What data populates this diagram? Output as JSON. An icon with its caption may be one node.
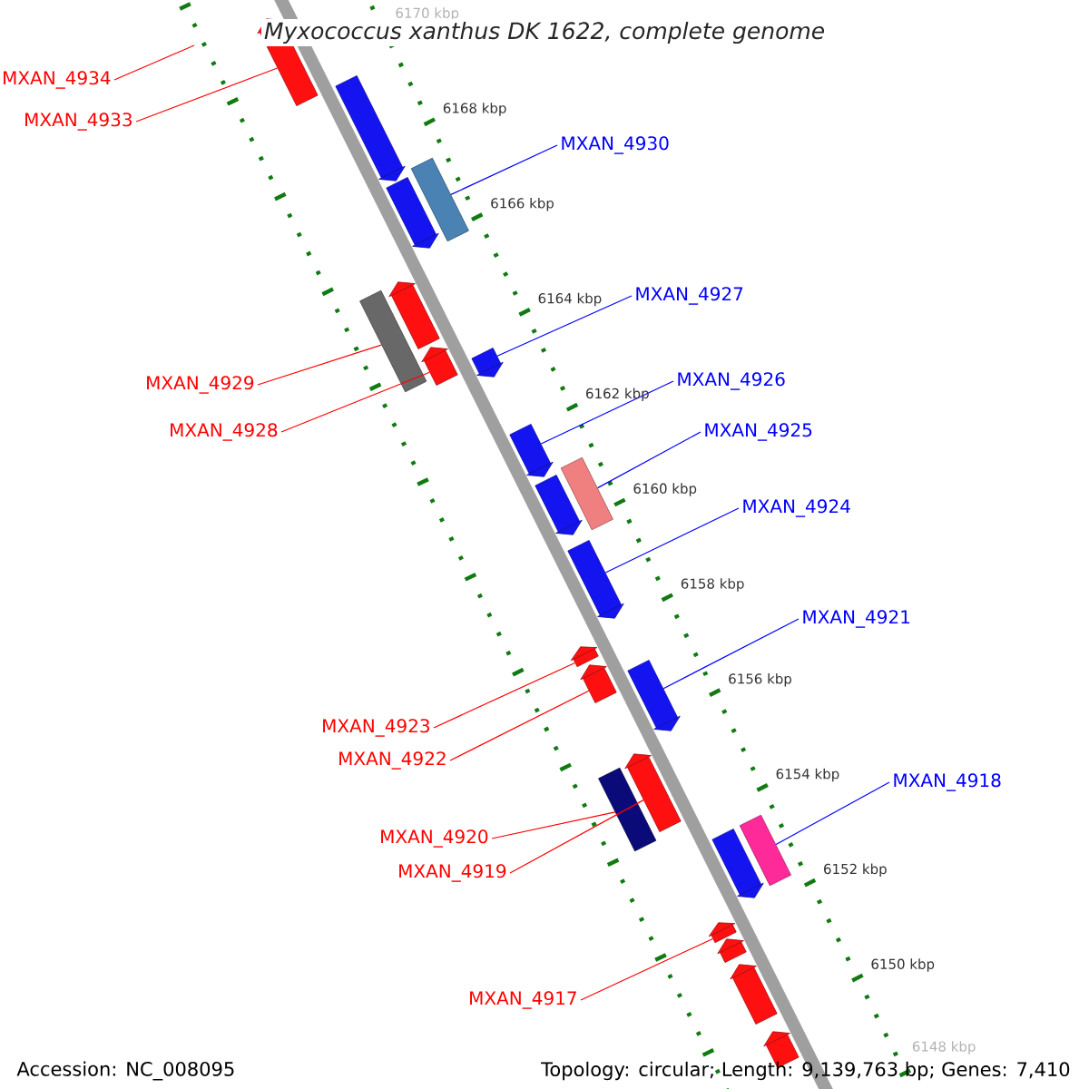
{
  "diagram": {
    "title": "Myxococcus xanthus DK 1622, complete genome",
    "nodes": [
      {
        "text": [
          "MXAN_4934"
        ]
      },
      {
        "text": [
          "MXAN_4933"
        ]
      },
      {
        "text": [
          "MXAN_4930"
        ]
      },
      {
        "text": [
          "MXAN_4927"
        ]
      },
      {
        "text": [
          "MXAN_4926"
        ]
      },
      {
        "text": [
          "MXAN_4929"
        ]
      },
      {
        "text": [
          "MXAN_4925"
        ]
      },
      {
        "text": [
          "MXAN_4928"
        ]
      },
      {
        "text": [
          "MXAN_4924"
        ]
      },
      {
        "text": [
          "MXAN_4921"
        ]
      },
      {
        "text": [
          "MXAN_4923"
        ]
      },
      {
        "text": [
          "MXAN_4922"
        ]
      },
      {
        "text": [
          "MXAN_4918"
        ]
      },
      {
        "text": [
          "MXAN_4920"
        ]
      },
      {
        "text": [
          "MXAN_4919"
        ]
      },
      {
        "text": [
          "MXAN_4917"
        ]
      },
      {
        "text": [],
        "shape": "bar"
      },
      {
        "text": [],
        "shape": "bar"
      },
      {
        "text": [],
        "shape": "bar"
      },
      {
        "text": [],
        "shape": "bar"
      },
      {
        "text": [],
        "shape": "bar"
      },
      {
        "text": [],
        "shape": "bar"
      },
      {
        "text": [],
        "shape": "bar"
      },
      {
        "text": [],
        "shape": "bar"
      },
      {
        "text": [],
        "shape": "bar"
      },
      {
        "text": [],
        "shape": "bar"
      },
      {
        "text": [],
        "shape": "bar"
      },
      {
        "text": [],
        "shape": "bar"
      },
      {
        "text": [],
        "shape": "bar"
      },
      {
        "text": [],
        "shape": "bar"
      },
      {
        "text": [],
        "shape": "bar"
      },
      {
        "text": [],
        "shape": "bar"
      },
      {
        "text": [],
        "shape": "bar"
      },
      {
        "text": [],
        "shape": "bar"
      },
      {
        "text": [],
        "shape": "bar"
      },
      {
        "text": [],
        "shape": "bar"
      },
      {
        "text": [],
        "shape": "bar"
      },
      {
        "text": [],
        "shape": "bar"
      },
      {
        "text": [],
        "shape": "bar"
      }
    ],
    "edges": [
      {
        "from": 0,
        "to": null,
        "arrow": "none"
      },
      {
        "from": 1,
        "to": 16,
        "arrow": "none"
      },
      {
        "from": 2,
        "to": 18,
        "arrow": "none",
        "color": "#0000ff"
      },
      {
        "from": 3,
        "to": 23,
        "arrow": "none",
        "color": "#0000ff"
      },
      {
        "from": 4,
        "to": 24,
        "arrow": "none",
        "color": "#0000ff"
      },
      {
        "from": 5,
        "to": 21,
        "arrow": "none"
      },
      {
        "from": 6,
        "to": 25,
        "arrow": "none",
        "color": "#0000ff"
      },
      {
        "from": 7,
        "to": 22,
        "arrow": "none"
      },
      {
        "from": 8,
        "to": 27,
        "arrow": "none",
        "color": "#0000ff"
      },
      {
        "from": 9,
        "to": 30,
        "arrow": "none",
        "color": "#0000ff"
      },
      {
        "from": 10,
        "to": 28,
        "arrow": "none"
      },
      {
        "from": 11,
        "to": 29,
        "arrow": "none"
      },
      {
        "from": 12,
        "to": 33,
        "arrow": "none",
        "color": "#0000ff"
      },
      {
        "from": 13,
        "to": 32,
        "arrow": "none"
      },
      {
        "from": 14,
        "to": 31,
        "arrow": "none"
      },
      {
        "from": 15,
        "to": 35,
        "arrow": "none"
      }
    ],
    "labels": [
      "6170 kbp",
      "6168 kbp",
      "6166 kbp",
      "6164 kbp",
      "6162 kbp",
      "6160 kbp",
      "6158 kbp",
      "6156 kbp",
      "6154 kbp",
      "6152 kbp",
      "6150 kbp",
      "6148 kbp",
      "Accession: NC_008095",
      "Topology: circular; Length: 9,139,763 bp; Genes: 7,410"
    ]
  }
}
